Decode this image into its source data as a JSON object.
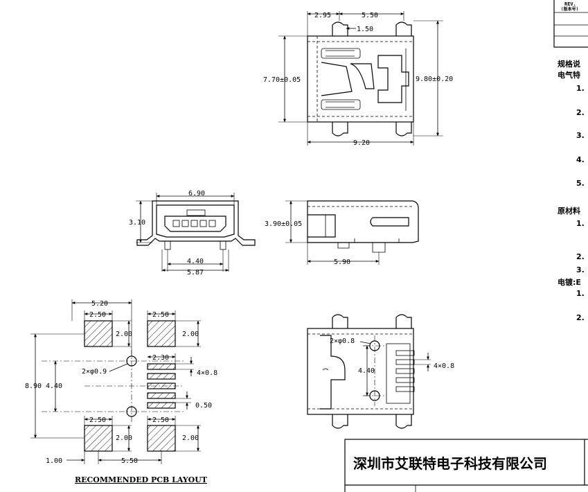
{
  "top_view": {
    "dim_left_offset": "2.95",
    "dim_pitch": "5.50",
    "dim_center": "1.50",
    "dim_height": "7.70±0.05",
    "dim_overall_height": "9.80±0.20",
    "dim_width": "9.20"
  },
  "front_view": {
    "dim_top_width": "6.90",
    "dim_height": "3.10",
    "dim_peg_span": "4.40",
    "dim_bottom_width": "5.87"
  },
  "side_view": {
    "dim_height": "3.90±0.05",
    "dim_depth": "5.90"
  },
  "pcb_layout": {
    "dim_overall_width": "5.20",
    "dim_pad_width_top_left": "2.50",
    "dim_pad_width_top_right": "2.50",
    "dim_pad_height_top_left": "2.00",
    "dim_pad_height_top_right": "2.00",
    "dim_signal_pad_length": "2.30",
    "dim_holes": "2×φ0.9",
    "dim_signal_pads": "4×0.8",
    "dim_signal_pitch": "0.50",
    "dim_overall_height": "8.90",
    "dim_hole_span": "4.40",
    "dim_pad_width_bottom_left": "2.50",
    "dim_pad_width_bottom_right": "2.50",
    "dim_pad_height_bottom_left": "2.00",
    "dim_pad_height_bottom_right": "2.00",
    "dim_edge_offset": "1.00",
    "dim_pad_pitch": "5.50",
    "title": "RECOMMENDED PCB LAYOUT"
  },
  "bottom_view": {
    "dim_holes": "2×φ0.8",
    "dim_hole_span": "4.40",
    "dim_pins": "4×0.8"
  },
  "spec_panel": {
    "rev_label": "REV.",
    "rev_sub_label": "(版本号)",
    "lines": [
      "规格说",
      "电气特",
      "1.",
      "2.",
      "3.",
      "4.",
      "5.",
      "原材料",
      "1.",
      "2.",
      "3.",
      "电镀:E",
      "1.",
      "2."
    ]
  },
  "title_block": {
    "company": "深圳市艾联特电子科技有限公司"
  }
}
